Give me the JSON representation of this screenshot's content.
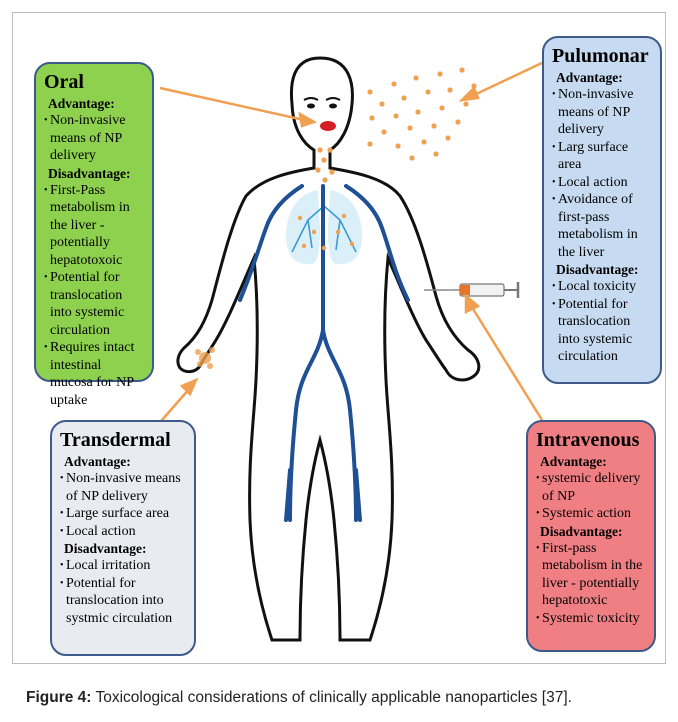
{
  "boxes": {
    "oral": {
      "title": "Oral",
      "advantage_label": "Advantage:",
      "advantages": [
        "Non-invasive means of NP delivery"
      ],
      "disadvantage_label": "Disadvantage:",
      "disadvantages": [
        "First-Pass metabolism in the liver - potentially hepatotoxoic",
        "Potential for translocation into systemic circulation",
        "Requires intact intestinal mucosa for NP uptake"
      ]
    },
    "pulmonar": {
      "title": "Pulumonar",
      "advantage_label": "Advantage:",
      "advantages": [
        "Non-invasive means of NP delivery",
        "Larg surface area",
        "Local action",
        "Avoidance of first-pass metabolism in the liver"
      ],
      "disadvantage_label": "Disadvantage:",
      "disadvantages": [
        "Local toxicity",
        "Potential for translocation into systemic circulation"
      ]
    },
    "transdermal": {
      "title": "Transdermal",
      "advantage_label": "Advantage:",
      "advantages": [
        "Non-invasive means of NP delivery",
        "Large surface area",
        "Local action"
      ],
      "disadvantage_label": "Disadvantage:",
      "disadvantages": [
        "Local irritation",
        "Potential for translocation into systmic circulation"
      ]
    },
    "intravenous": {
      "title": "Intravenous",
      "advantage_label": "Advantage:",
      "advantages": [
        "systemic delivery of NP",
        "Systemic action"
      ],
      "disadvantage_label": "Disadvantage:",
      "disadvantages": [
        "First-pass metabolism in the liver -  potentially hepatotoxic",
        "Systemic toxicity"
      ]
    }
  },
  "caption": {
    "label": "Figure 4:",
    "text": " Toxicological considerations of clinically applicable nanoparticles [37]."
  },
  "colors": {
    "oral_box": "#8ed14f",
    "pulmonar_box": "#c6dbf1",
    "transdermal_box": "#e8ecf0",
    "intravenous_box": "#f07f84",
    "box_border": "#3d5a89",
    "arrow": "#f0a050",
    "vessels": "#1f4f95",
    "particles": "#f0a050"
  }
}
